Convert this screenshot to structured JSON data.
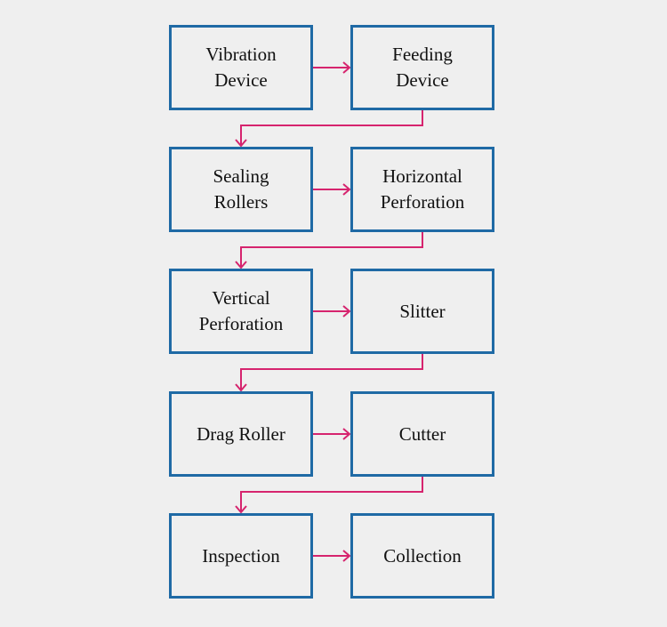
{
  "diagram": {
    "colors": {
      "background": "#efefef",
      "box_border": "#1f6aa5",
      "arrow": "#d6246e",
      "text": "#111111"
    },
    "steps": [
      {
        "label": "Vibration\nDevice"
      },
      {
        "label": "Feeding\nDevice"
      },
      {
        "label": "Sealing\nRollers"
      },
      {
        "label": "Horizontal\nPerforation"
      },
      {
        "label": "Vertical\nPerforation"
      },
      {
        "label": "Slitter"
      },
      {
        "label": "Drag Roller"
      },
      {
        "label": "Cutter"
      },
      {
        "label": "Inspection"
      },
      {
        "label": "Collection"
      }
    ]
  }
}
